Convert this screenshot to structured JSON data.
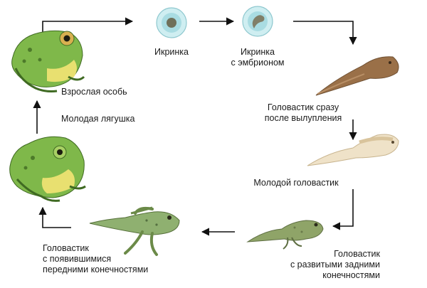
{
  "stages": {
    "egg": {
      "lines": [
        "Икринка"
      ]
    },
    "egg_embryo": {
      "lines": [
        "Икринка",
        "с эмбрионом"
      ]
    },
    "hatched": {
      "lines": [
        "Головастик сразу",
        "после вылупления"
      ]
    },
    "young_tadpole": {
      "lines": [
        "Молодой головастик"
      ]
    },
    "hind_legs": {
      "lines": [
        "Головастик",
        "с развитыми задними",
        "конечностями"
      ]
    },
    "front_legs": {
      "lines": [
        "Головастик",
        "с появившимися",
        "передними конечностями"
      ]
    },
    "young_frog": {
      "lines": [
        "Молодая лягушка"
      ]
    },
    "adult": {
      "lines": [
        "Взрослая особь"
      ]
    }
  },
  "colors": {
    "arrow": "#111111",
    "frog_green": "#7fb84a",
    "frog_yellow": "#e8e070",
    "tadpole_brown": "#9a7048",
    "tadpole_pale": "#efe2c8",
    "tadpole_green": "#8fa468",
    "egg_fill": "#bfe4e8",
    "egg_core": "#7a7a62"
  }
}
